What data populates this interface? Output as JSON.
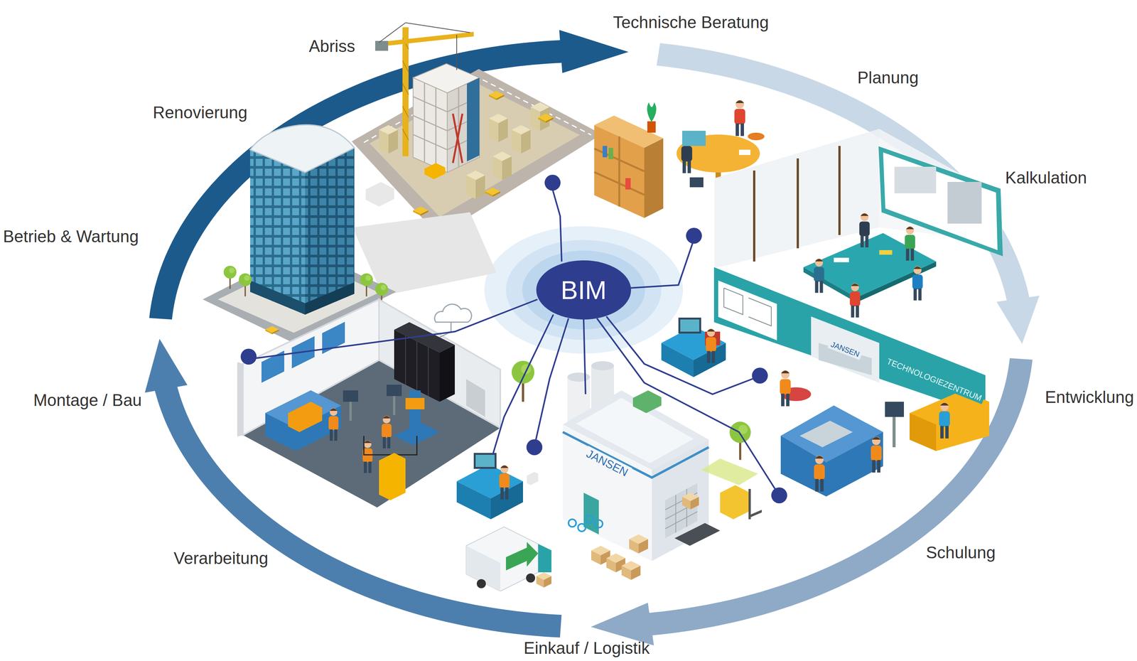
{
  "diagram": {
    "nodes": [
      {
        "text": [
          "BIM"
        ]
      }
    ],
    "labels": [
      "Abriss",
      "Technische Beratung",
      "Renovierung",
      "Planung",
      "Kalkulation",
      "Betrieb & Wartung",
      "JANSEN",
      "TECHNOLOGIEZENTRUM",
      "Entwicklung",
      "Montage / Bau",
      "JANSEN",
      "Schulung",
      "Verarbeitung",
      "Einkauf / Logistik"
    ]
  }
}
